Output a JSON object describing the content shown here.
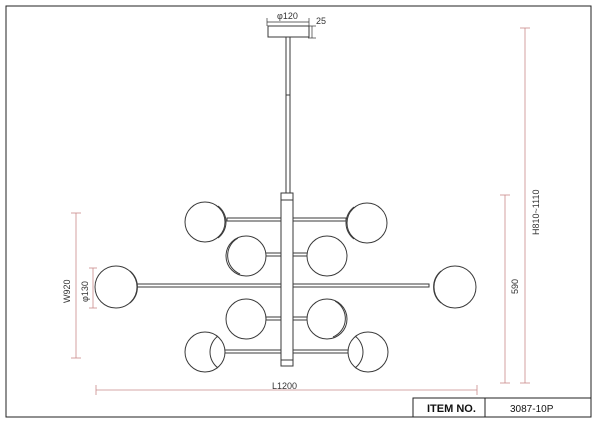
{
  "dimensions": {
    "canopy_diameter": "φ120",
    "canopy_height": "25",
    "total_height": "H810~1110",
    "body_height": "590",
    "width": "W920",
    "globe_diameter": "φ130",
    "length": "L1200"
  },
  "title_block": {
    "item_label": "ITEM NO.",
    "item_value": "3087-10P"
  },
  "colors": {
    "line": "#3a3a3a",
    "dimension_line": "#c98a8a",
    "border": "#222222"
  }
}
